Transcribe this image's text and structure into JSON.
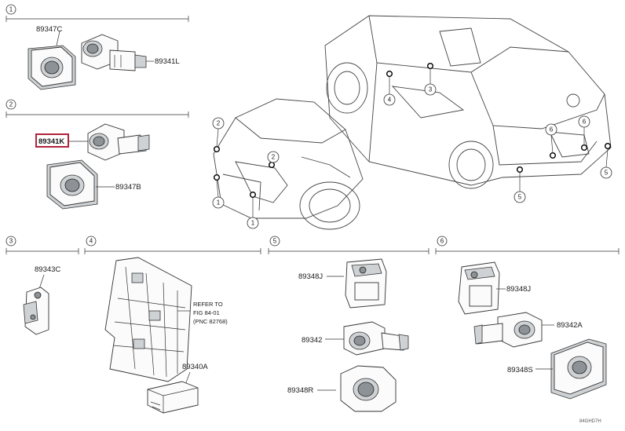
{
  "sections": [
    {
      "num": "1"
    },
    {
      "num": "2"
    },
    {
      "num": "3"
    },
    {
      "num": "4"
    },
    {
      "num": "5"
    },
    {
      "num": "6"
    }
  ],
  "parts": {
    "p89347C": "89347C",
    "p89341L": "89341L",
    "p89341K": "89341K",
    "p89347B": "89347B",
    "p89343C": "89343C",
    "p89340A": "89340A",
    "p89348J_a": "89348J",
    "p89342": "89342",
    "p89348R": "89348R",
    "p89348J_b": "89348J",
    "p89342A": "89342A",
    "p89348S": "89348S"
  },
  "refer": {
    "line1": "REFER TO",
    "line2": "FIG 84-01",
    "line3": "(PNC 82768)"
  },
  "callouts": {
    "front": [
      "2",
      "2",
      "1",
      "1"
    ],
    "rear": [
      "3",
      "4",
      "6",
      "6",
      "5",
      "5"
    ]
  },
  "code": "84GHD7H",
  "highlight_color": "#b0233b"
}
